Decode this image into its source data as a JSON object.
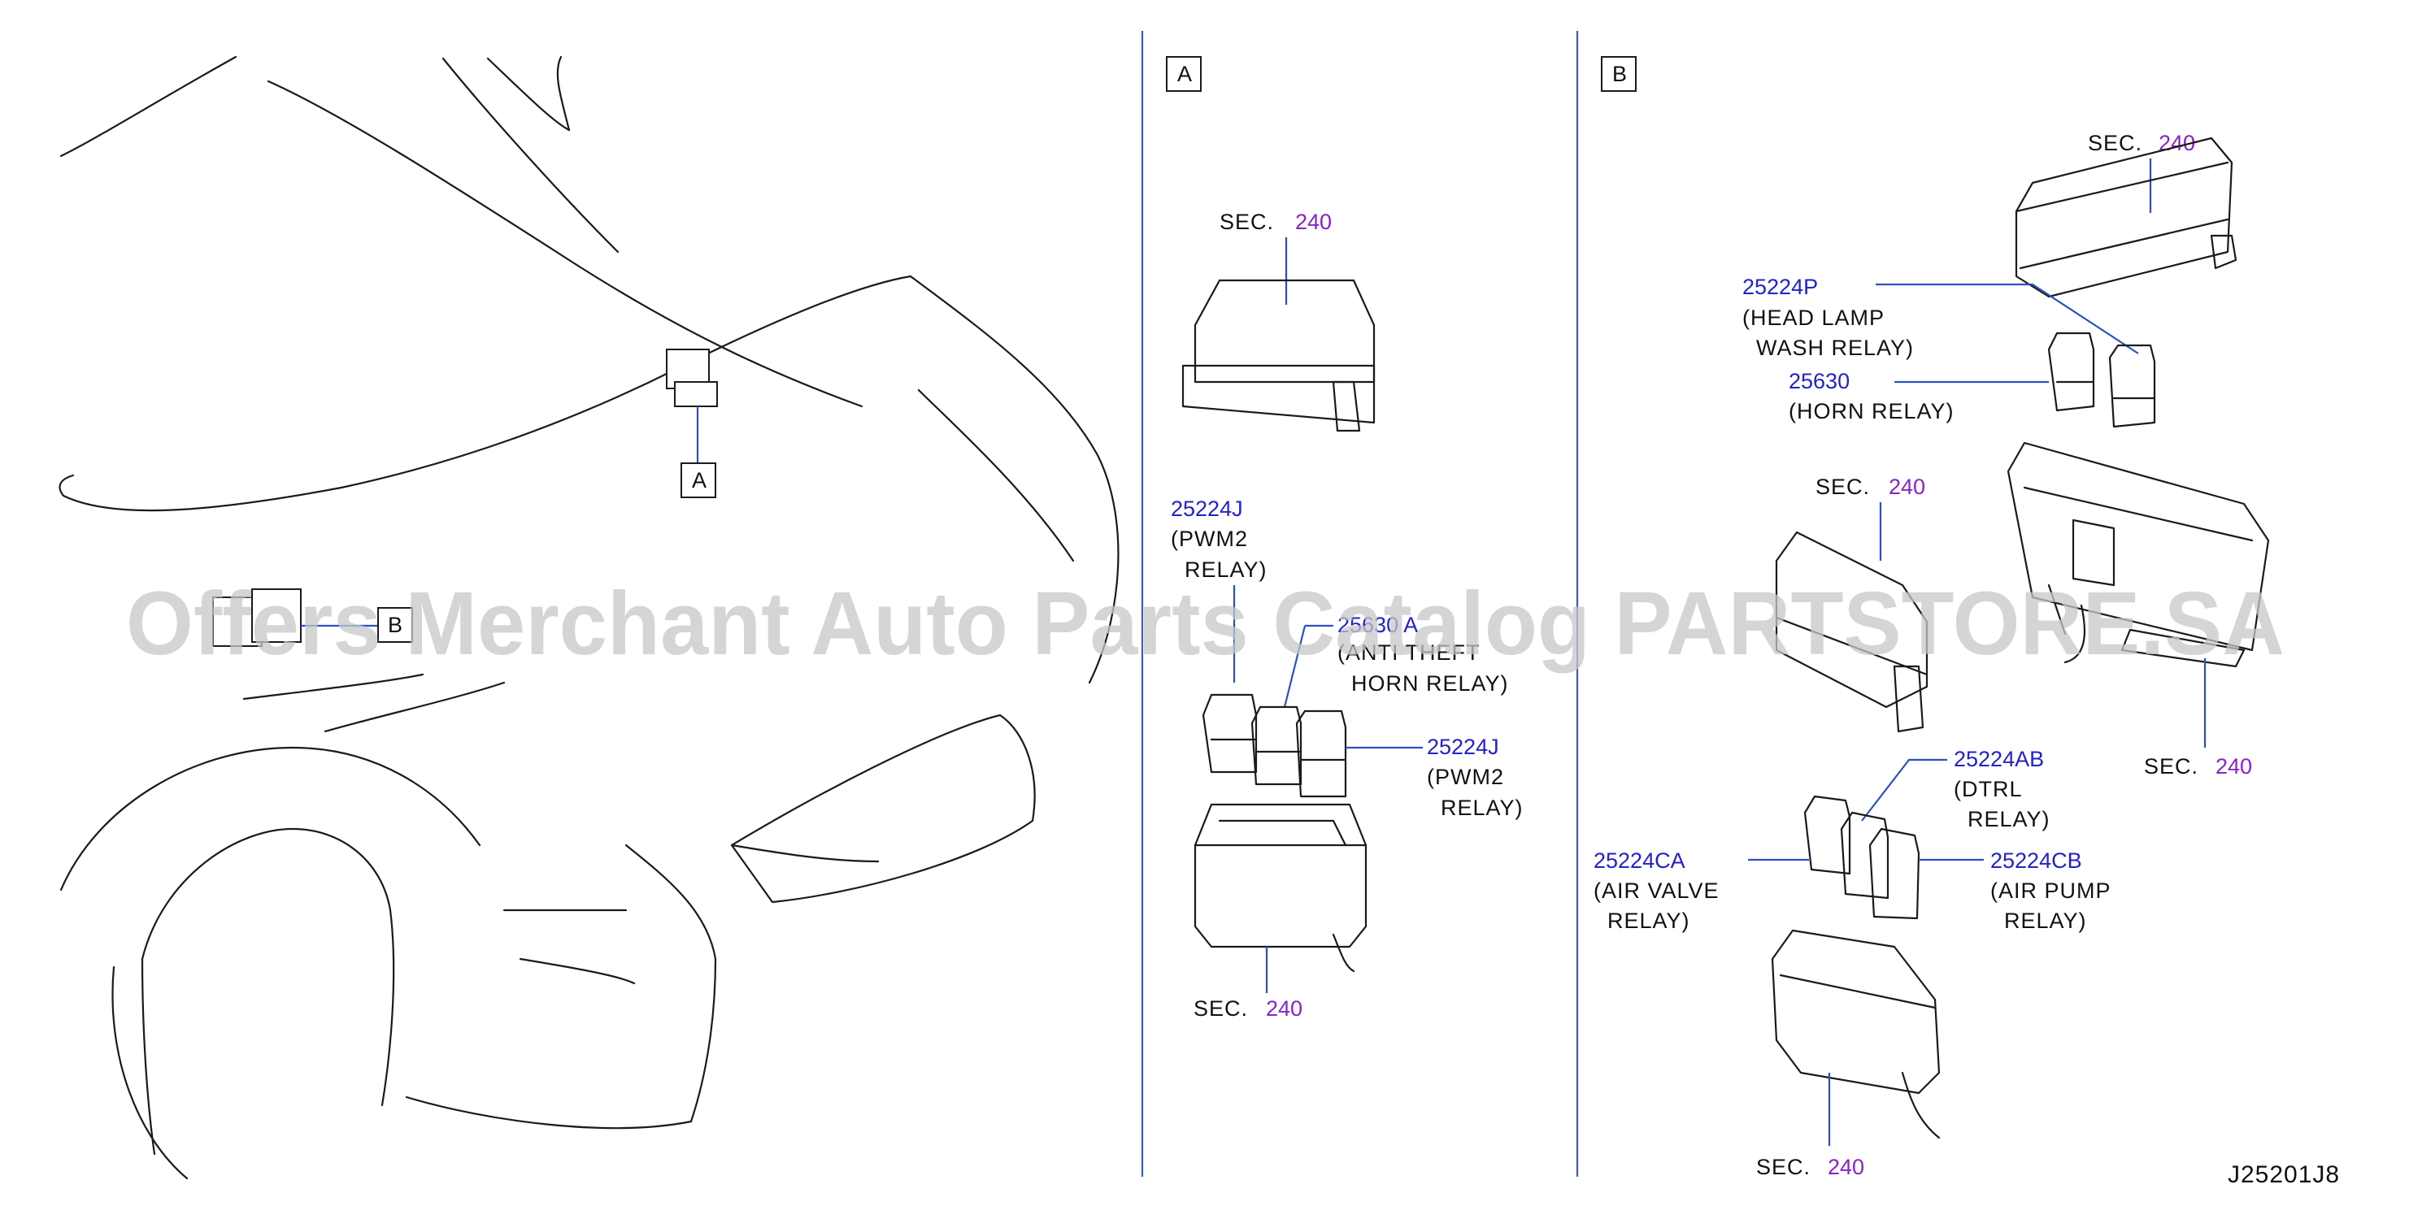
{
  "view_tags": {
    "a": "A",
    "b": "B"
  },
  "car_view": {
    "tag_a": "A",
    "tag_b": "B"
  },
  "panel_a": {
    "tag": "A",
    "sec_top": {
      "prefix": "SEC.",
      "num": "240"
    },
    "relay_left": {
      "part": "25224J",
      "line1": "(PWM2",
      "line2": "RELAY)"
    },
    "relay_mid": {
      "part": "25630 A",
      "line1": "(ANTI THEFT",
      "line2": "HORN RELAY)"
    },
    "relay_right": {
      "part": "25224J",
      "line1": "(PWM2",
      "line2": "RELAY)"
    },
    "sec_bottom": {
      "prefix": "SEC.",
      "num": "240"
    }
  },
  "panel_b": {
    "tag": "B",
    "sec_top": {
      "prefix": "SEC.",
      "num": "240"
    },
    "head_lamp": {
      "part": "25224P",
      "line1": "(HEAD LAMP",
      "line2": "WASH RELAY)"
    },
    "horn": {
      "part": "25630",
      "line1": "(HORN RELAY)"
    },
    "sec_cover": {
      "prefix": "SEC.",
      "num": "240"
    },
    "sec_box": {
      "prefix": "SEC.",
      "num": "240"
    },
    "dtrl": {
      "part": "25224AB",
      "line1": "(DTRL",
      "line2": "RELAY)"
    },
    "air_valve": {
      "part": "25224CA",
      "line1": "(AIR VALVE",
      "line2": "RELAY)"
    },
    "air_pump": {
      "part": "25224CB",
      "line1": "(AIR PUMP",
      "line2": "RELAY)"
    },
    "sec_bottom": {
      "prefix": "SEC.",
      "num": "240"
    }
  },
  "diagram_code": "J25201J8",
  "watermark": "Offers Merchant Auto Parts Catalog PARTSTORE.SA",
  "colors": {
    "part_number": "#2222cc",
    "section_number": "#8a22cc",
    "leader": "#2a4fc6",
    "divider": "#3a5fb8",
    "line_art": "#1a1a1a"
  }
}
